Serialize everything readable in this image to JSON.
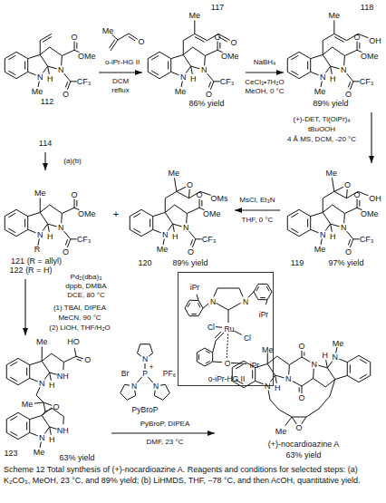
{
  "diagram": {
    "caption": "Scheme 12 Total synthesis of (+)-nocardioazine A. Reagents and conditions for selected steps: (a) K₂CO₃, MeOH, 23 °C, and 89% yield; (b) LiHMDS, THF, −78 °C, and then AcOH, quantitative yield.",
    "nodes": [
      {
        "text": [
          "112"
        ]
      },
      {
        "text": [
          "117",
          "86% yield"
        ]
      },
      {
        "text": [
          "118",
          "89% yield"
        ]
      },
      {
        "text": [
          "114"
        ]
      },
      {
        "text": [
          "121 (R = allyl)",
          "122 (R = H)"
        ]
      },
      {
        "text": [
          "120",
          "89% yield"
        ]
      },
      {
        "text": [
          "119",
          "97% yield"
        ]
      },
      {
        "text": [
          "iPr",
          "N",
          "N",
          "iPr",
          "Cl",
          "Ru",
          "Cl",
          "O",
          "iPr",
          "o-iPr-HG II"
        ]
      },
      {
        "text": [
          "123",
          "63% yield"
        ]
      },
      {
        "text": [
          "N",
          "P",
          "+",
          "Br",
          "N",
          "N",
          "PF₆",
          "PyBroP"
        ]
      },
      {
        "text": [
          "(+)-nocardioazine A",
          "63% yield"
        ]
      }
    ],
    "edges": [
      {
        "from": 0,
        "to": 1,
        "arrow": "to"
      },
      {
        "from": 1,
        "to": 2,
        "arrow": "to"
      },
      {
        "from": 2,
        "to": 6,
        "arrow": "to"
      },
      {
        "from": 6,
        "to": 5,
        "arrow": "to"
      },
      {
        "from": 3,
        "to": 4,
        "arrow": "to"
      },
      {
        "from": 4,
        "to": 8,
        "arrow": "to"
      },
      {
        "from": 8,
        "to": 10,
        "arrow": "to"
      }
    ],
    "labels": [
      "Me",
      "O",
      "o-iPr-HG II",
      "DCM",
      "reflux",
      "OMe",
      "O",
      "N",
      "O",
      "CF₃",
      "N",
      "H",
      "Me",
      "O",
      "Me",
      "OMe",
      "O",
      "N",
      "O",
      "CF₃",
      "N",
      "H",
      "Me",
      "NaBH₄",
      "CeCl₃•7H₂O",
      "MeOH, 0 °C",
      "OH",
      "Me",
      "OMe",
      "O",
      "N",
      "O",
      "CF₃",
      "N",
      "H",
      "Me",
      "(+)-DET, Ti(OiPr)₄",
      "tBuOOH",
      "4 Å MS, DCM, -20 °C",
      "(a)(b)",
      "Me",
      "OMe",
      "O",
      "N",
      "O",
      "CF₃",
      "N",
      "H",
      "R",
      "+",
      "OMs",
      "O",
      "Me",
      "OMe",
      "O",
      "N",
      "O",
      "CF₃",
      "N",
      "H",
      "Me",
      "MsCl, Et₃N",
      "THF, 0 °C",
      "OH",
      "O",
      "Me",
      "OMe",
      "O",
      "N",
      "O",
      "CF₃",
      "N",
      "H",
      "Me",
      "Pd₂(dba)₃",
      "dppb, DMBA",
      "DCE, 80 °C",
      "(1) TBAI, DIPEA",
      "MeCN, 90 °C",
      "(2) LiOH, THF/H₂O",
      "HO",
      "O",
      "Me",
      "N",
      "H",
      "NH",
      "Me",
      "O",
      "NH",
      "N",
      "H",
      "Me",
      "PyBroP, DIPEA",
      "DMF, 23 °C",
      "Me",
      "O",
      "Me",
      "H",
      "N",
      "N",
      "N",
      "H",
      "N",
      "O",
      "Me",
      "O"
    ]
  }
}
